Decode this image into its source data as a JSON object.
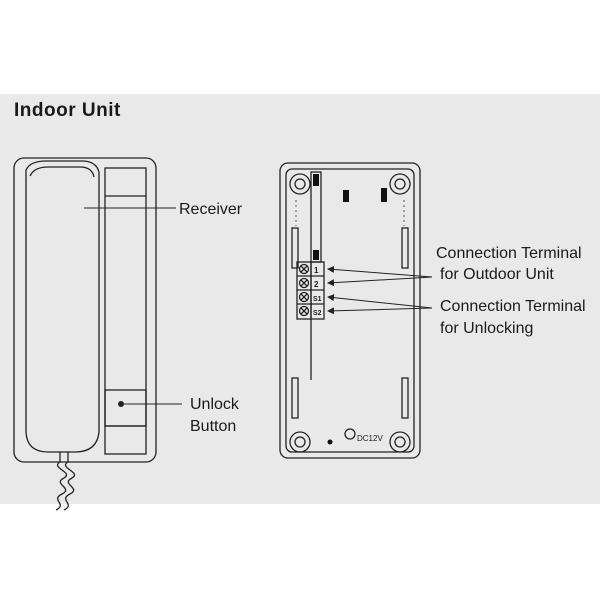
{
  "title": "Indoor Unit",
  "labels": {
    "receiver": "Receiver",
    "unlock_line1": "Unlock",
    "unlock_line2": "Button",
    "outdoor_line1": "Connection Terminal",
    "outdoor_line2": "for Outdoor Unit",
    "unlocking_line1": "Connection Terminal",
    "unlocking_line2": "for Unlocking"
  },
  "terminals": [
    "1",
    "2",
    "S1",
    "S2"
  ],
  "power_label": "DC12V"
}
